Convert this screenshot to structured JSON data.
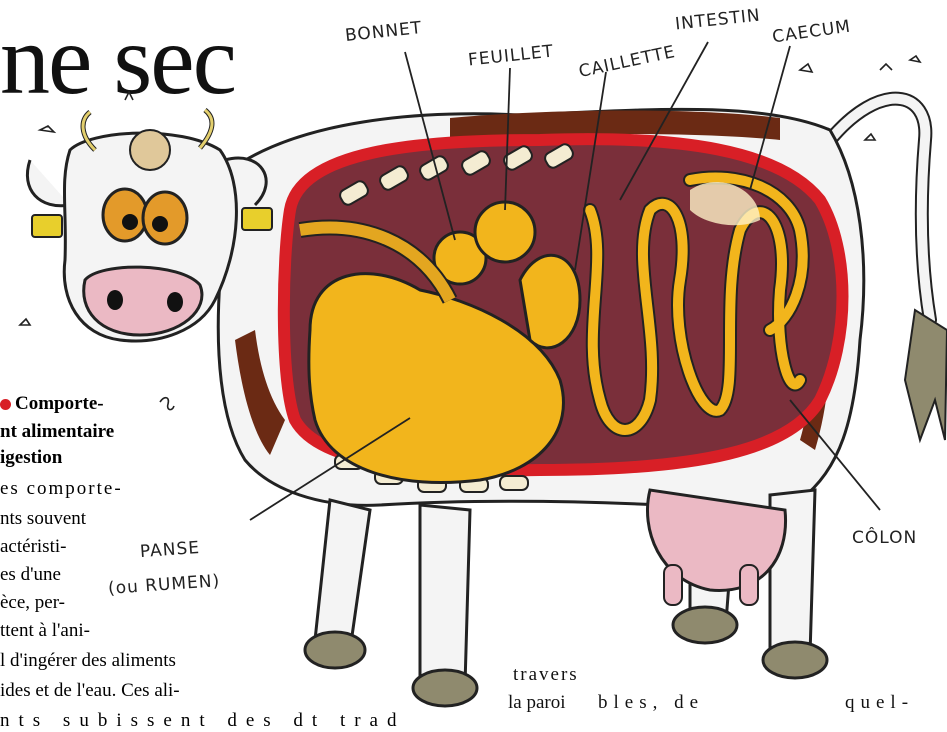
{
  "headline": {
    "text": "ne sec"
  },
  "labels": {
    "bonnet": "BONNET",
    "feuillet": "FEUILLET",
    "caillette": "CAILLETTE",
    "intestin": "INTESTIN",
    "caecum": "CAECUM",
    "colon": "CÔLON",
    "panse": "PANSE",
    "rumen": "(ou RUMEN)"
  },
  "article": {
    "heading_line1": "Comporte-",
    "heading_line2": "nt alimentaire",
    "heading_line3": "igestion",
    "lines": [
      "es comporte-",
      "nts souvent",
      "actéristi-",
      "es d'une",
      "èce, per-",
      "ttent à l'ani-",
      "l d'ingérer des aliments",
      "ides et de l'eau. Ces ali-",
      "nts subissent des dt trad"
    ]
  },
  "right_column": {
    "line1": "travers",
    "line2a": "la paroi",
    "line2b": "bles, de",
    "line2c": "quel-"
  },
  "colors": {
    "accent_red": "#d81f26",
    "stomach_yellow": "#f2b51c",
    "cavity_purple": "#7a2f3a",
    "cow_brown": "#6b2a14",
    "udder_pink": "#ebb9c4"
  }
}
